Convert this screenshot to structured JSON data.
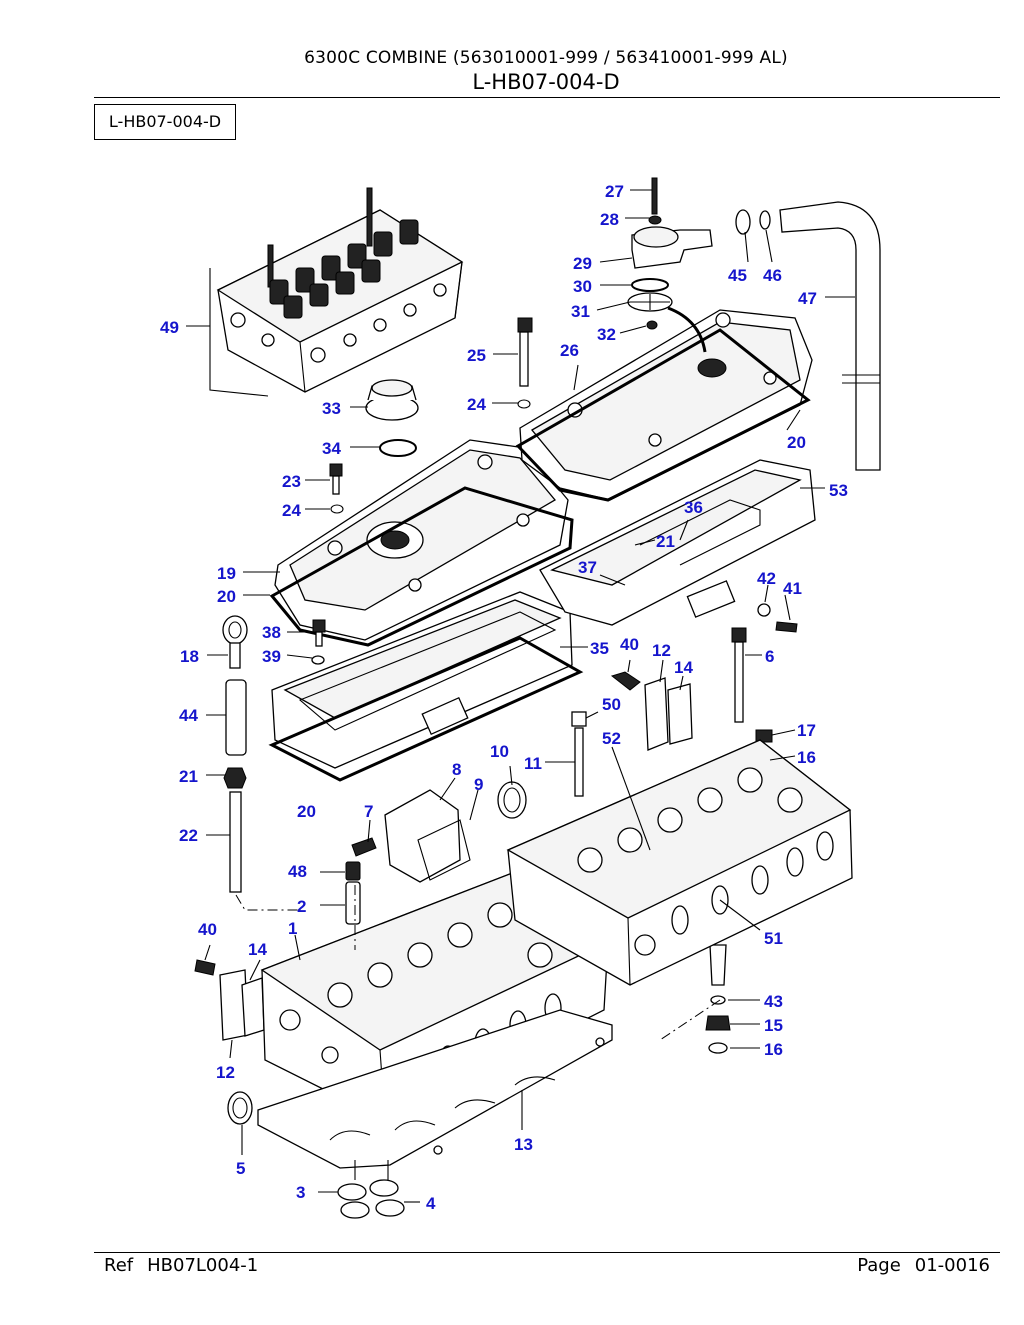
{
  "header": {
    "title": "6300C COMBINE (563010001-999 / 563410001-999 AL)",
    "code": "L-HB07-004-D"
  },
  "figure_code": "L-HB07-004-D",
  "callouts": [
    "27",
    "28",
    "29",
    "30",
    "31",
    "32",
    "45",
    "46",
    "47",
    "49",
    "25",
    "26",
    "24",
    "33",
    "34",
    "23",
    "20",
    "53",
    "36",
    "21",
    "19",
    "37",
    "42",
    "41",
    "18",
    "38",
    "39",
    "35",
    "40",
    "12",
    "14",
    "6",
    "44",
    "50",
    "17",
    "52",
    "16",
    "10",
    "11",
    "8",
    "9",
    "22",
    "7",
    "48",
    "2",
    "51",
    "1",
    "43",
    "15",
    "5",
    "13",
    "3",
    "4"
  ],
  "callout_color": "#1515cc",
  "footer": {
    "ref_label": "Ref",
    "ref_value": "HB07L004-1",
    "page_label": "Page",
    "page_value": "01-0016"
  }
}
